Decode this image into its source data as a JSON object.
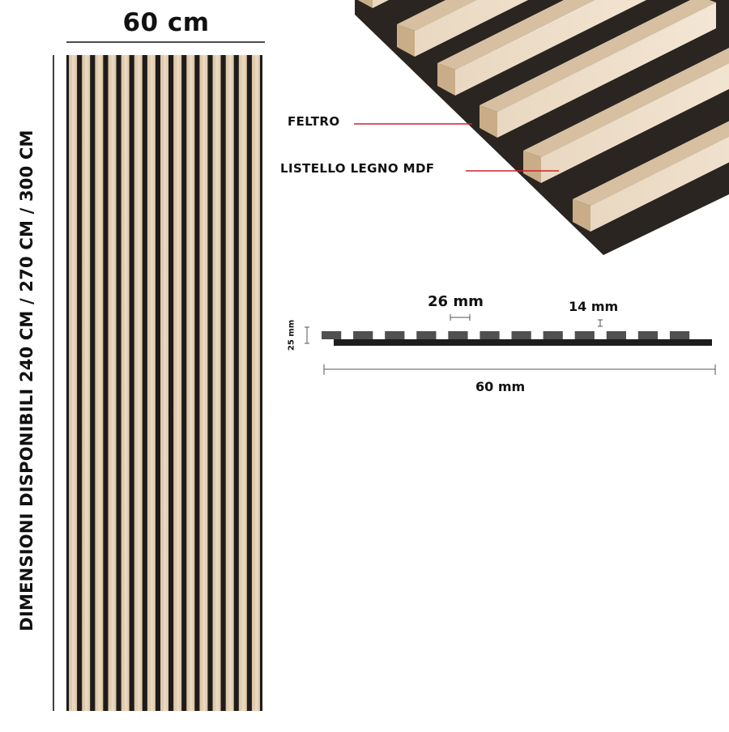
{
  "panel": {
    "width_label": "60 cm",
    "height_label": "DIMENSIONI DISPONIBILI 240 CM / 270 CM / 300 CM",
    "slat_count": 15
  },
  "callouts": {
    "felt_label": "FELTRO",
    "slat_label": "LISTELLO LEGNO MDF"
  },
  "profile": {
    "slat_width_label": "26 mm",
    "gap_label": "14 mm",
    "thickness_label": "25 mm",
    "total_width_label": "60 mm",
    "slat_count": 12
  },
  "colors": {
    "wood_light": "#e8d5bd",
    "wood_mid": "#dcc2a2",
    "felt_dark": "#1e1c1a",
    "callout_red": "#d0202a",
    "text": "#111111"
  }
}
